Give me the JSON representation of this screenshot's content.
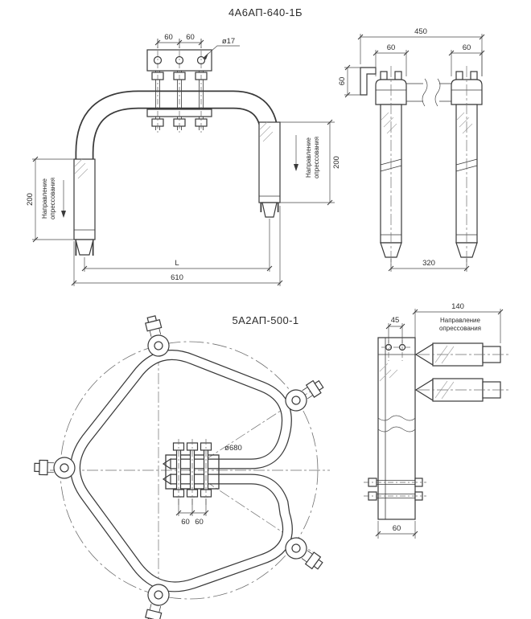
{
  "colors": {
    "background": "#ffffff",
    "line": "#3a3a3a",
    "dim": "#4a4a4a"
  },
  "drawing1": {
    "title": "4А6АП-640-1Б",
    "dim_60_1": "60",
    "dim_60_2": "60",
    "dim_hole": "ø17",
    "dim_200_left": "200",
    "dim_200_right": "200",
    "dim_L": "L",
    "dim_610": "610",
    "press_line1": "Направление",
    "press_line2": "опрессования"
  },
  "drawing2": {
    "dim_450": "450",
    "dim_60_tube1": "60",
    "dim_60_tube2": "60",
    "dim_60_bracket": "60",
    "dim_320": "320"
  },
  "drawing3": {
    "title": "5А2АП-500-1",
    "dim_diameter": "ø680",
    "dim_60_1": "60",
    "dim_60_2": "60"
  },
  "drawing4": {
    "dim_140": "140",
    "dim_45": "45",
    "dim_60": "60",
    "press_line1": "Направление",
    "press_line2": "опрессования"
  }
}
